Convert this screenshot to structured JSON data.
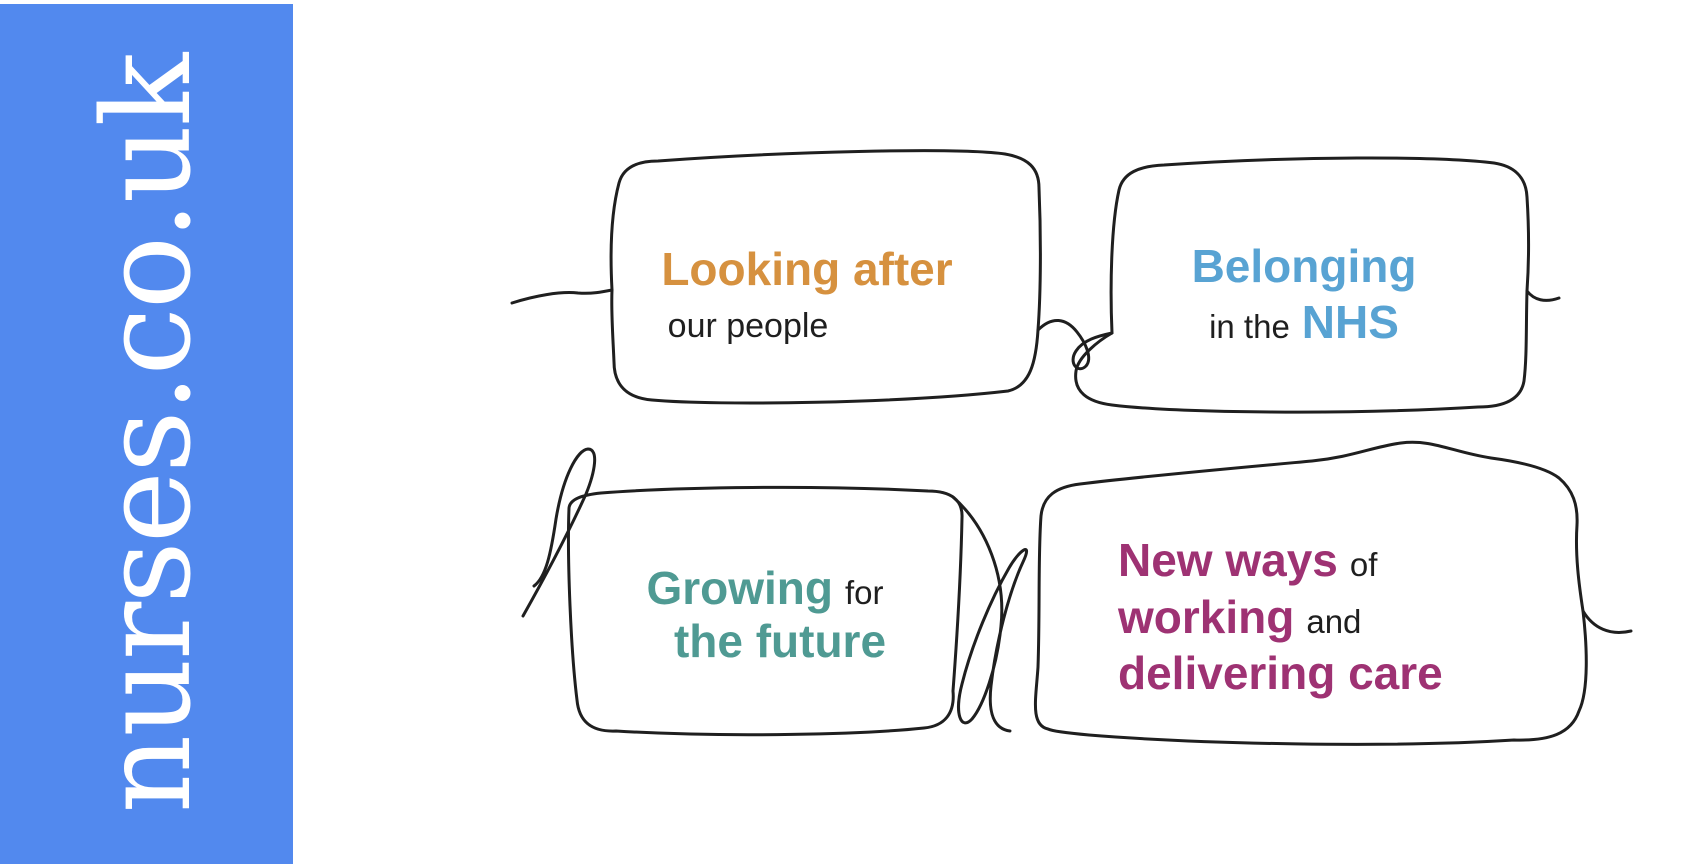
{
  "page": {
    "background_color": "#ffffff"
  },
  "sidebar": {
    "logo_text": "nurses.co.uk",
    "background_color": "#5289ee",
    "text_color": "#ffffff"
  },
  "thread": {
    "stroke_color": "#1f1f1f"
  },
  "text": {
    "plain_color": "#1f1f1f"
  },
  "boxes": {
    "looking_after": {
      "accent_color": "#d6913f",
      "line1": "Looking after",
      "line2": "our people"
    },
    "belonging": {
      "accent_color": "#58a3d3",
      "line1": "Belonging",
      "line2_plain": "in the",
      "line2_accent": "NHS"
    },
    "growing": {
      "accent_color": "#4f9a93",
      "line1_accent": "Growing",
      "line1_plain": "for",
      "line2_accent": "the future"
    },
    "new_ways": {
      "accent_color": "#9e3273",
      "line1_accent": "New ways",
      "line1_plain": "of",
      "line2_accent": "working",
      "line2_plain": "and",
      "line3_accent": "delivering care"
    }
  }
}
